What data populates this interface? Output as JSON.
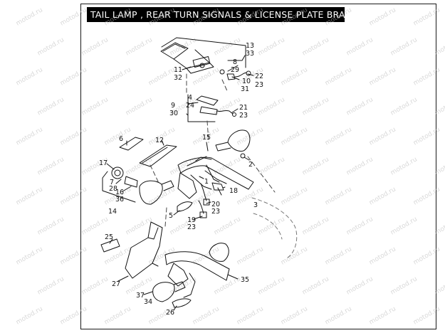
{
  "title": "TAIL LAMP , REAR TURN SIGNALS & LICENSE PLATE BRACKET",
  "watermark": "motod.ru",
  "colors": {
    "ink": "#111111",
    "title_bg": "#000000",
    "title_fg": "#ffffff",
    "watermark": "#b9b9b9"
  },
  "callouts": {
    "c13": "13",
    "c33": "33",
    "c8": "8",
    "c29": "29",
    "c11": "11",
    "c32": "32",
    "c22": "22",
    "c23a": "23",
    "c10": "10",
    "c31": "31",
    "c9": "9",
    "c30": "30",
    "c4": "4",
    "c24": "24",
    "c21": "21",
    "c23b": "23",
    "c6": "6",
    "c12": "12",
    "c15": "15",
    "c2": "2",
    "c17": "17",
    "c7": "7",
    "c28": "28",
    "c16": "16",
    "c36": "36",
    "c1": "1",
    "c18": "18",
    "c20": "20",
    "c23c": "23",
    "c3": "3",
    "c14": "14",
    "c5": "5",
    "c19": "19",
    "c23d": "23",
    "c25": "25",
    "c27": "27",
    "c35": "35",
    "c37": "37",
    "c34": "34",
    "c26": "26"
  }
}
